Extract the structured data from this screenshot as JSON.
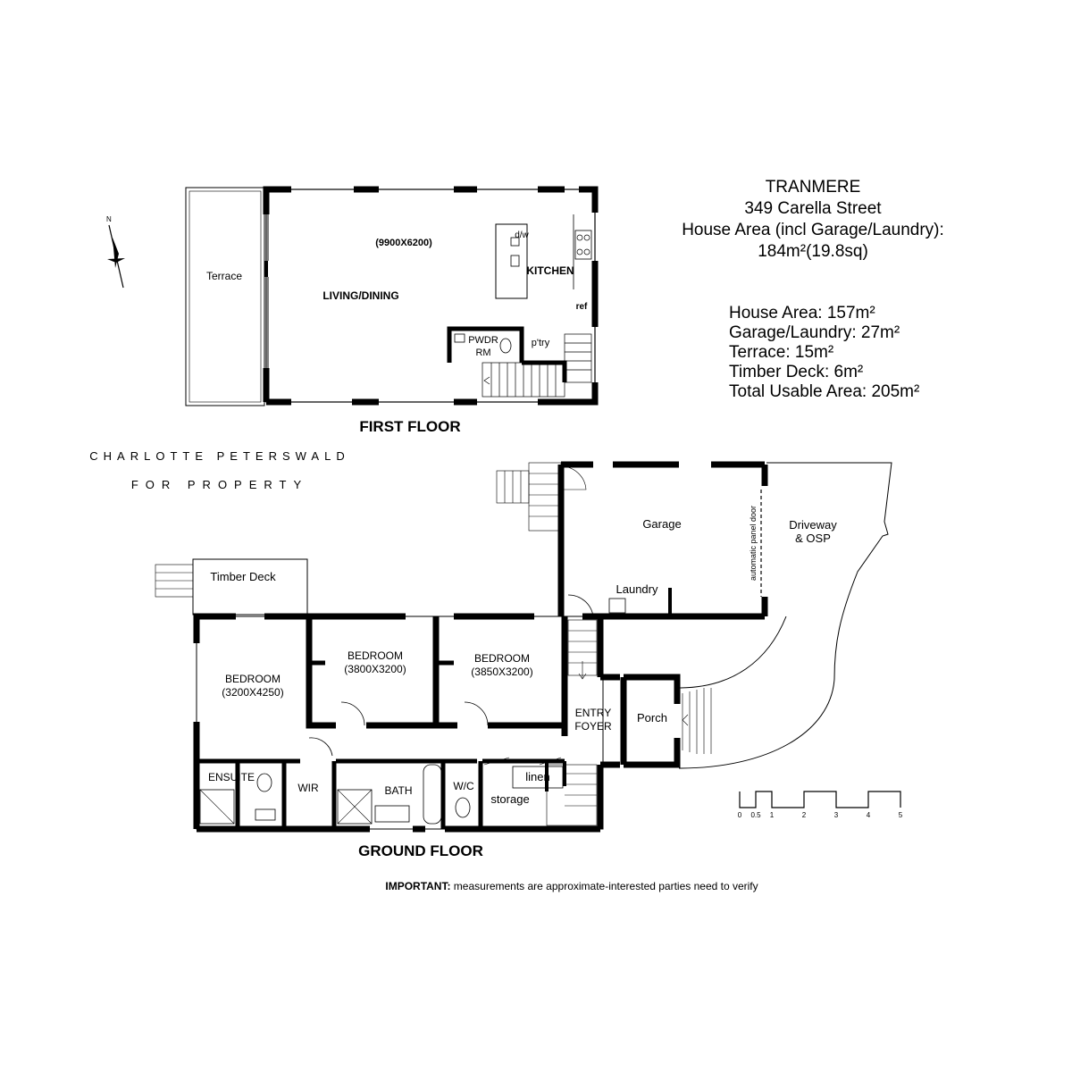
{
  "header": {
    "name": "TRANMERE",
    "address": "349 Carella Street",
    "house_area_label": "House Area (incl Garage/Laundry):",
    "house_area_value": "184m²(19.8sq)"
  },
  "areas": [
    "House Area: 157m²",
    "Garage/Laundry: 27m²",
    "Terrace: 15m²",
    "Timber Deck: 6m²",
    "Total Usable Area: 205m²"
  ],
  "compass": {
    "north_label": "N"
  },
  "brand": {
    "line1": "CHARLOTTE PETERSWALD",
    "line2": "FOR PROPERTY"
  },
  "first_floor": {
    "title": "FIRST FLOOR",
    "terrace": "Terrace",
    "living_dims": "(9900X6200)",
    "living": "LIVING/DINING",
    "dw": "d/w",
    "kitchen": "KITCHEN",
    "ref": "ref",
    "pwdr": "PWDR",
    "rm": "RM",
    "pantry": "p'try"
  },
  "ground_floor": {
    "title": "GROUND FLOOR",
    "timber_deck": "Timber Deck",
    "garage": "Garage",
    "garage_door": "automatic panel door",
    "driveway_1": "Driveway",
    "driveway_2": "& OSP",
    "laundry": "Laundry",
    "bed1": "BEDROOM",
    "bed1_dims": "(3200X4250)",
    "bed2": "BEDROOM",
    "bed2_dims": "(3800X3200)",
    "bed3": "BEDROOM",
    "bed3_dims": "(3850X3200)",
    "entry_1": "ENTRY",
    "entry_2": "FOYER",
    "porch": "Porch",
    "ensuite": "ENSUITE",
    "wir": "WIR",
    "bath": "BATH",
    "wc": "W/C",
    "linen": "linen",
    "storage": "storage"
  },
  "scale": {
    "labels": [
      "0",
      "0.5",
      "1",
      "2",
      "3",
      "4",
      "5"
    ]
  },
  "note": {
    "bold": "IMPORTANT:",
    "text": " measurements are approximate-interested parties need to verify"
  }
}
